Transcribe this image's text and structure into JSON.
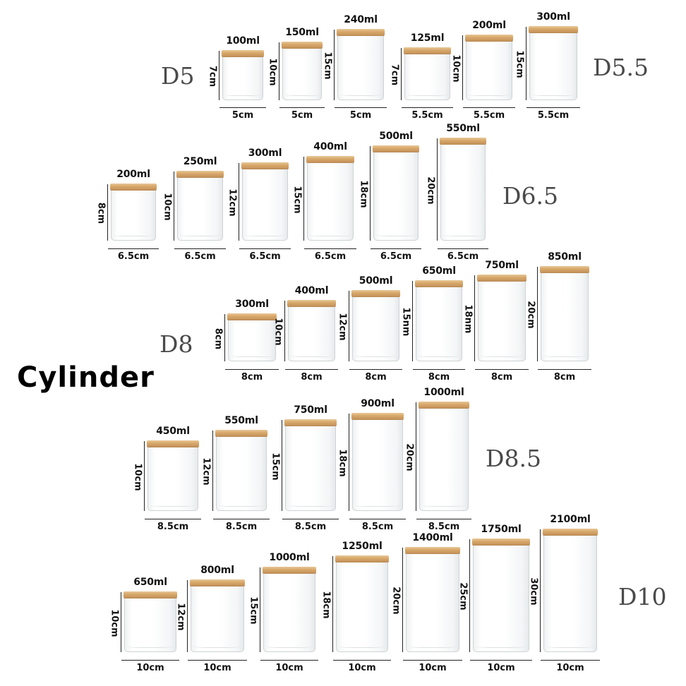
{
  "headline": "Cylinder",
  "rows": [
    {
      "group": "D5",
      "jars": [
        {
          "capacity": "100ml",
          "height": "7cm",
          "diameter": "5cm"
        },
        {
          "capacity": "150ml",
          "height": "10cm",
          "diameter": "5cm"
        },
        {
          "capacity": "240ml",
          "height": "15cm",
          "diameter": "5cm"
        }
      ]
    },
    {
      "group": "D5.5",
      "jars": [
        {
          "capacity": "125ml",
          "height": "7cm",
          "diameter": "5.5cm"
        },
        {
          "capacity": "200ml",
          "height": "10cm",
          "diameter": "5.5cm"
        },
        {
          "capacity": "300ml",
          "height": "15cm",
          "diameter": "5.5cm"
        }
      ]
    },
    {
      "group": "D6.5",
      "jars": [
        {
          "capacity": "200ml",
          "height": "8cm",
          "diameter": "6.5cm"
        },
        {
          "capacity": "250ml",
          "height": "10cm",
          "diameter": "6.5cm"
        },
        {
          "capacity": "300ml",
          "height": "12cm",
          "diameter": "6.5cm"
        },
        {
          "capacity": "400ml",
          "height": "15cm",
          "diameter": "6.5cm"
        },
        {
          "capacity": "500ml",
          "height": "18cm",
          "diameter": "6.5cm"
        },
        {
          "capacity": "550ml",
          "height": "20cm",
          "diameter": "6.5cm"
        }
      ]
    },
    {
      "group": "D8",
      "jars": [
        {
          "capacity": "300ml",
          "height": "8cm",
          "diameter": "8cm"
        },
        {
          "capacity": "400ml",
          "height": "10cm",
          "diameter": "8cm"
        },
        {
          "capacity": "500ml",
          "height": "12cm",
          "diameter": "8cm"
        },
        {
          "capacity": "650ml",
          "height": "15nm",
          "diameter": "8cm"
        },
        {
          "capacity": "750ml",
          "height": "18nm",
          "diameter": "8cm"
        },
        {
          "capacity": "850ml",
          "height": "20cm",
          "diameter": "8cm"
        }
      ]
    },
    {
      "group": "D8.5",
      "jars": [
        {
          "capacity": "450ml",
          "height": "10cm",
          "diameter": "8.5cm"
        },
        {
          "capacity": "550ml",
          "height": "12cm",
          "diameter": "8.5cm"
        },
        {
          "capacity": "750ml",
          "height": "15cm",
          "diameter": "8.5cm"
        },
        {
          "capacity": "900ml",
          "height": "18cm",
          "diameter": "8.5cm"
        },
        {
          "capacity": "1000ml",
          "height": "20cm",
          "diameter": "8.5cm"
        }
      ]
    },
    {
      "group": "D10",
      "jars": [
        {
          "capacity": "650ml",
          "height": "10cm",
          "diameter": "10cm"
        },
        {
          "capacity": "800ml",
          "height": "12cm",
          "diameter": "10cm"
        },
        {
          "capacity": "1000ml",
          "height": "15cm",
          "diameter": "10cm"
        },
        {
          "capacity": "1250ml",
          "height": "18cm",
          "diameter": "10cm"
        },
        {
          "capacity": "1400ml",
          "height": "20cm",
          "diameter": "10cm"
        },
        {
          "capacity": "1750ml",
          "height": "25cm",
          "diameter": "10cm"
        },
        {
          "capacity": "2100ml",
          "height": "30cm",
          "diameter": "10cm"
        }
      ]
    }
  ],
  "colors": {
    "lid": "#d7a86a",
    "glass_edge": "#cfd3d5",
    "text": "#111111",
    "group_label": "#4a4a4a"
  }
}
